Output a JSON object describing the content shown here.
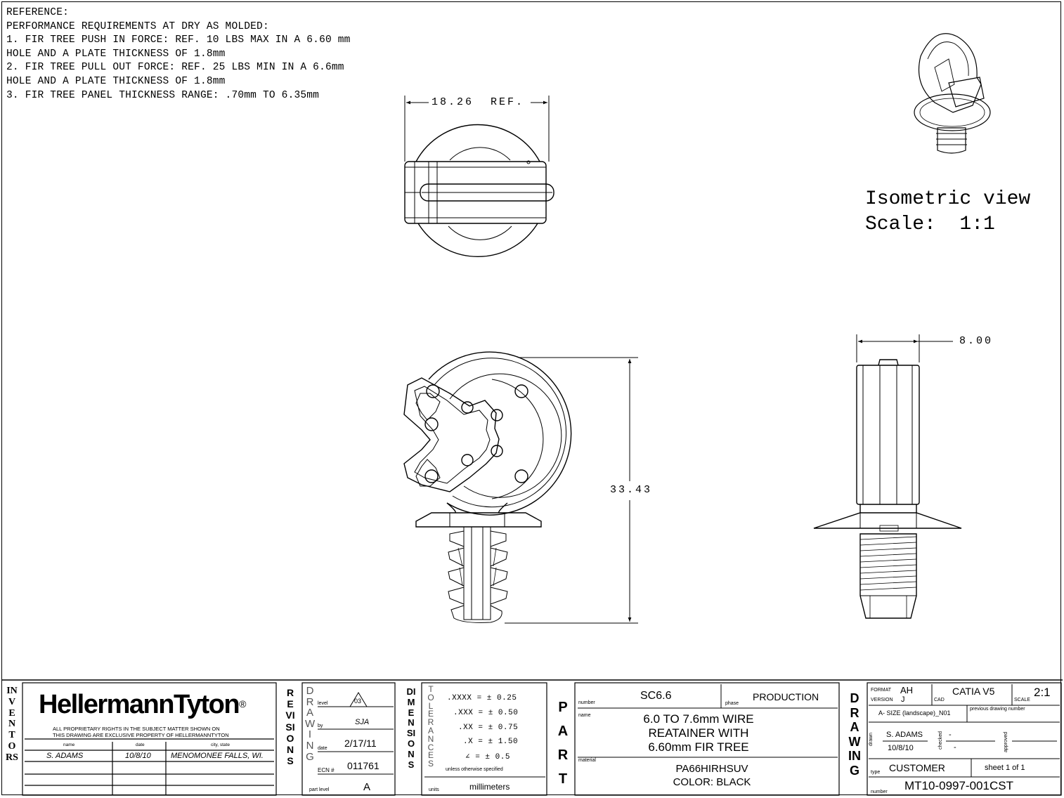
{
  "notes": {
    "lines": [
      "REFERENCE:",
      "PERFORMANCE REQUIREMENTS AT DRY AS MOLDED:",
      "1. FIR TREE PUSH IN FORCE: REF. 10 LBS MAX IN A 6.60 mm",
      "HOLE AND A PLATE THICKNESS OF 1.8mm",
      "2. FIR TREE PULL OUT FORCE: REF. 25 LBS MIN IN A 6.6mm",
      "HOLE AND A PLATE THICKNESS OF 1.8mm",
      "3. FIR TREE PANEL THICKNESS RANGE: .70mm TO 6.35mm"
    ]
  },
  "views": {
    "iso_title": "Isometric view",
    "iso_scale": "Scale:  1:1",
    "dim_top_width": "18.26  REF.",
    "dim_height": "33.43",
    "dim_side_width": "8.00"
  },
  "inventors": {
    "side_label": "INVENTORS",
    "logo": "HellermannTyton",
    "registered": "®",
    "rights_line1": "ALL PROPRIETARY RIGHTS IN THE SUBJECT MATTER SHOWN ON",
    "rights_line2": "THIS DRAWING ARE EXCLUSIVE PROPERTY OF HELLERMANNTYTON",
    "col_name": "name",
    "col_date": "date",
    "col_city": "city, state",
    "name": "S. ADAMS",
    "date": "10/8/10",
    "city": "MENOMONEE FALLS, WI."
  },
  "revisions": {
    "side_label": "REVISIONS",
    "drawing_label": "DRAWING",
    "level_label": "level",
    "level": "03",
    "by_label": "by",
    "by": "SJA",
    "date_label": "date",
    "date": "2/17/11",
    "ecn_label": "ECN #",
    "ecn": "011761",
    "part_level_label": "part level",
    "part_level": "A"
  },
  "dimensions": {
    "side_label": "DIMENSIONS",
    "tolerances_label": "TOLERANCES",
    "rows": [
      ".XXXX =  ± 0.25",
      ".XXX =  ± 0.50",
      ".XX =  ± 0.75",
      ".X =  ± 1.50",
      "∠ =  ± 0.5"
    ],
    "unless": "unless otherwise specified",
    "units_label": "units",
    "units": "millimeters"
  },
  "part": {
    "side_label": "PART",
    "number_label": "number",
    "number": "SC6.6",
    "phase_label": "phase",
    "phase": "PRODUCTION",
    "name_label": "name",
    "name_line1": "6.0 TO 7.6mm WIRE",
    "name_line2": "REATAINER WITH",
    "name_line3": "6.60mm FIR TREE",
    "material_label": "material",
    "material": "PA66HIRHSUV",
    "color": "COLOR: BLACK"
  },
  "drawing": {
    "side_label": "DRAWING",
    "format_label": "FORMAT",
    "format": "AH",
    "version_label": "VERSION",
    "version": "J",
    "cad_label": "CAD",
    "cad": "CATIA V5",
    "scale_label": "SCALE",
    "scale": "2:1",
    "size": "A- SIZE (landscape)_N01",
    "previous_label": "previous drawing number",
    "drawn_label": "drawn",
    "drawn_by": "S. ADAMS",
    "drawn_date": "10/8/10",
    "checked_label": "checked",
    "checked_by": "-",
    "checked_date": "-",
    "approved_label": "approved",
    "type_label": "type",
    "type": "CUSTOMER",
    "sheet": "sheet 1 of 1",
    "number_label": "number",
    "number": "MT10-0997-001CST"
  }
}
